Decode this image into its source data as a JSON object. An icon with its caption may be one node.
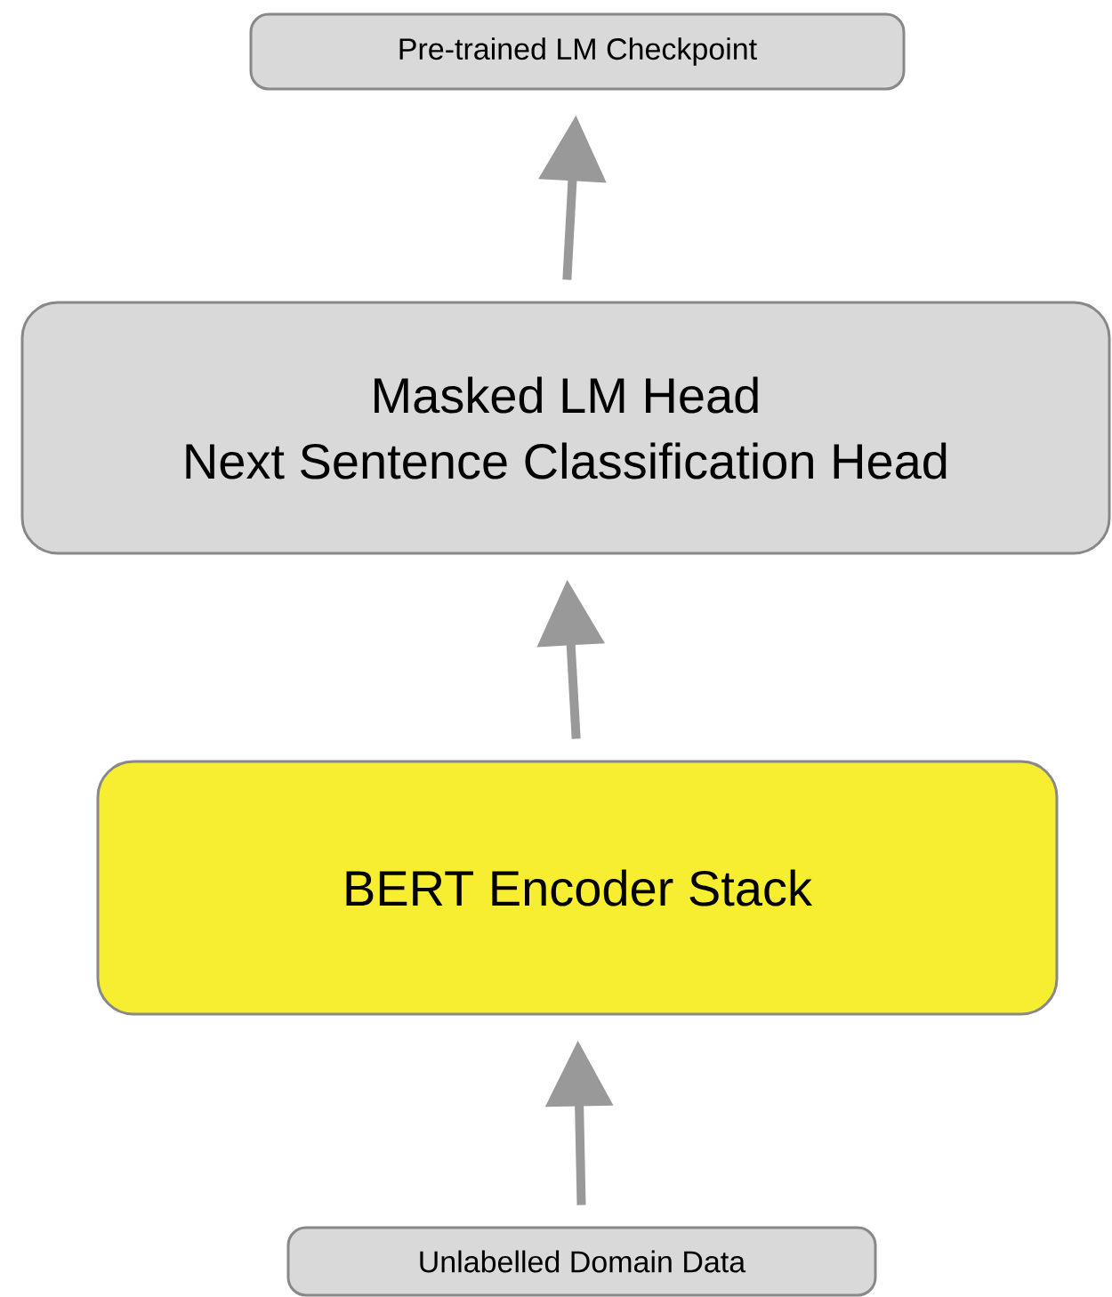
{
  "diagram": {
    "nodes": [
      {
        "text": [
          "Pre-trained LM Checkpoint"
        ]
      },
      {
        "text": [
          "Masked LM Head",
          "Next Sentence Classification Head"
        ]
      },
      {
        "text": [
          "BERT Encoder Stack"
        ]
      },
      {
        "text": [
          "Unlabelled Domain Data"
        ]
      }
    ],
    "edges": [
      {
        "from": 3,
        "to": 2,
        "arrow": "to"
      },
      {
        "from": 2,
        "to": 1,
        "arrow": "to"
      },
      {
        "from": 1,
        "to": 0,
        "arrow": "to"
      }
    ]
  }
}
